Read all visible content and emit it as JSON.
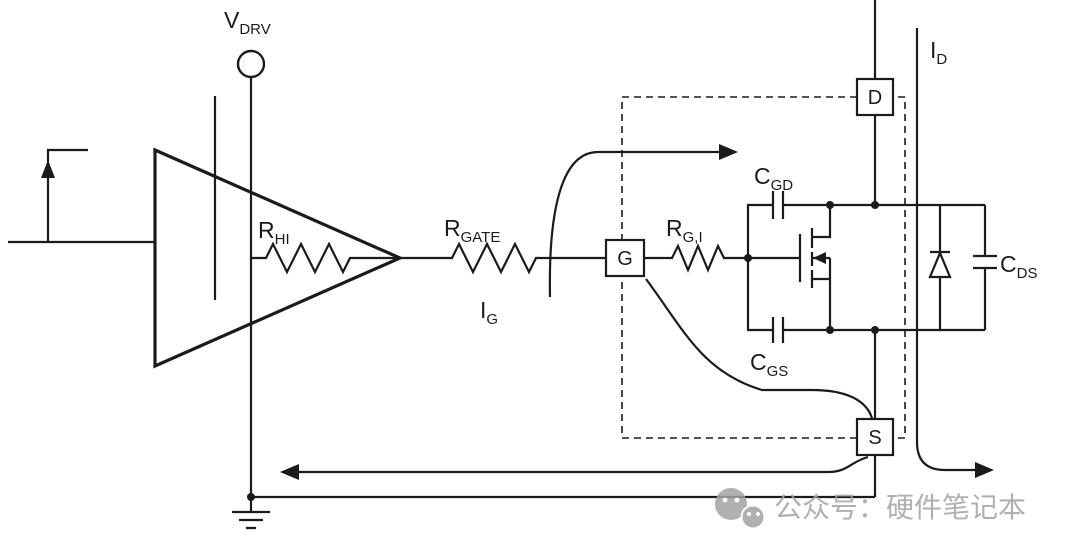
{
  "colors": {
    "line": "#1b1b1b",
    "text": "#1b1b1b",
    "background": "#ffffff",
    "watermark": "#a3a3a3"
  },
  "labels": {
    "vdrv": {
      "main": "V",
      "sub": "DRV"
    },
    "rhi": {
      "main": "R",
      "sub": "HI"
    },
    "rgate": {
      "main": "R",
      "sub": "GATE"
    },
    "ig": {
      "main": "I",
      "sub": "G"
    },
    "rgi": {
      "main": "R",
      "sub": "G,I"
    },
    "cgd": {
      "main": "C",
      "sub": "GD"
    },
    "cgs": {
      "main": "C",
      "sub": "GS"
    },
    "cds": {
      "main": "C",
      "sub": "DS"
    },
    "id": {
      "main": "I",
      "sub": "D"
    },
    "terminal_d": "D",
    "terminal_g": "G",
    "terminal_s": "S"
  },
  "watermark": {
    "icon": "wechat-logo",
    "text": "公众号：硬件笔记本"
  }
}
